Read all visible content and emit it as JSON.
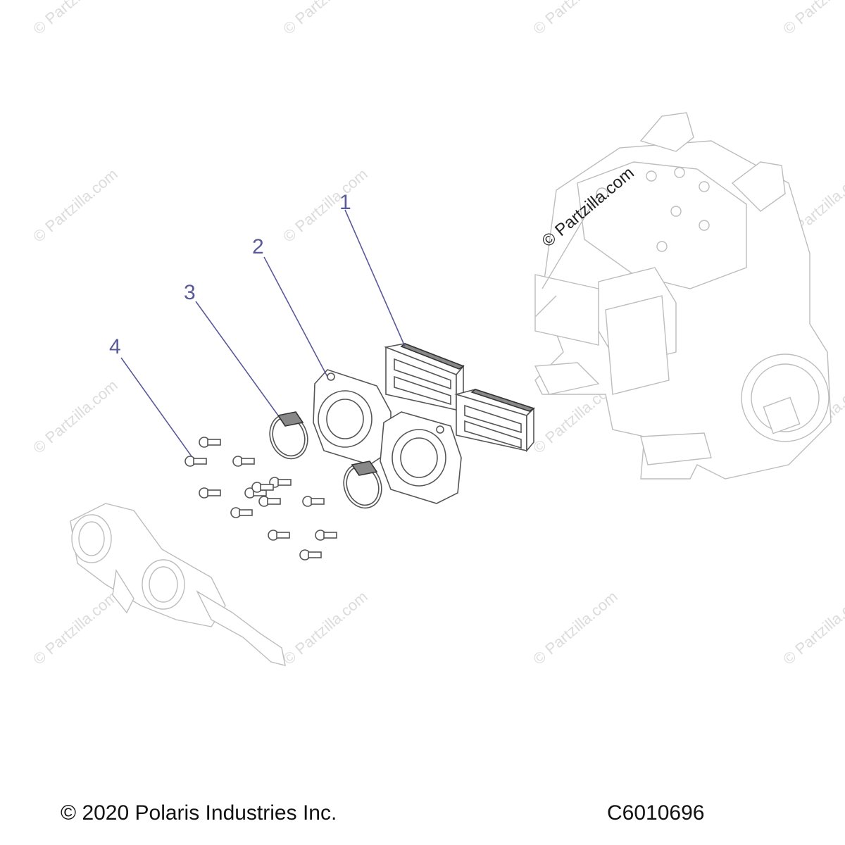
{
  "footer": {
    "copyright": "© 2020 Polaris Industries Inc.",
    "drawing_number": "C6010696"
  },
  "callouts": [
    "1",
    "2",
    "3",
    "4"
  ],
  "watermark": {
    "repeated_text": "© Partzilla.com",
    "prominent_text": "© Partzilla.com"
  },
  "colors": {
    "callout": "#5a5a9a",
    "line_art": "#555555",
    "watermark": "#dcdcdc"
  }
}
